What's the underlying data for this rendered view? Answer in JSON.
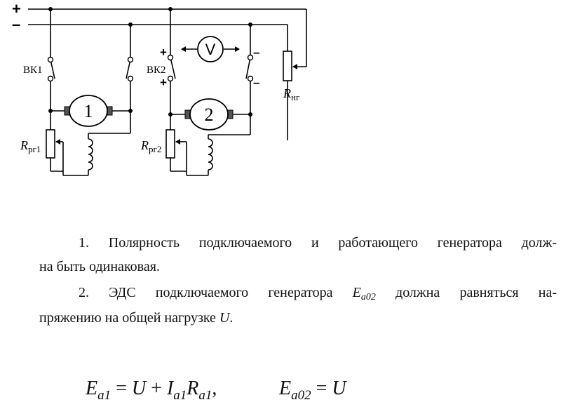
{
  "diagram": {
    "plus": "+",
    "minus": "–",
    "bk1": "ВК1",
    "bk2": "ВК2",
    "gen1": "1",
    "gen2": "2",
    "voltmeter": "V",
    "rrg1_main": "R",
    "rrg1_sub": "рг1",
    "rrg2_main": "R",
    "rrg2_sub": "рг2",
    "rng_main": "R",
    "rng_sub": "нг"
  },
  "text": {
    "item1_line1": "1. Полярность подключаемого и работающего генератора долж-",
    "item1_line2": "на быть одинаковая.",
    "item2_line1_a": "2. ЭДС подключаемого генератора",
    "item2_E": "E",
    "item2_E_sub": "a02",
    "item2_line1_b": "должна равняться на-",
    "item2_line2_a": "пряжению на общей нагрузке",
    "item2_U": "U",
    "item2_line2_b": "."
  },
  "formulas": {
    "f1_E": "E",
    "f1_E_sub": "a1",
    "f1_eq": " = ",
    "f1_U": "U",
    "f1_plus": " + ",
    "f1_I": "I",
    "f1_I_sub": "a1",
    "f1_R": "R",
    "f1_R_sub": "a1",
    "f1_comma": ",",
    "f2_E": "E",
    "f2_E_sub": "a02",
    "f2_eq": " = ",
    "f2_U": "U"
  }
}
